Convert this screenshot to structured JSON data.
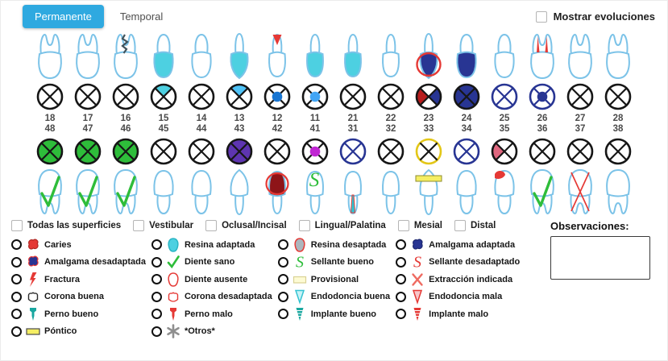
{
  "colors": {
    "accent": "#2fa9e0",
    "tooth_outline": "#7cc3e8",
    "sano_green": "#2ebd3a",
    "caries_red": "#e53935",
    "resina_teal": "#4dd0e1",
    "amalgama_navy": "#283593",
    "pontico_yellow": "#f5ee63"
  },
  "tabs": [
    {
      "label": "Permanente",
      "active": true
    },
    {
      "label": "Temporal",
      "active": false
    }
  ],
  "show_evolutions": {
    "label": "Mostrar evoluciones",
    "checked": false
  },
  "teeth": [
    {
      "upper_number": "18",
      "lower_number": "48",
      "type": "molar",
      "upper_marks": [],
      "upper_circle": {},
      "lower_marks": [
        "check"
      ],
      "lower_circle": {
        "all": "#2ebd3a"
      }
    },
    {
      "upper_number": "17",
      "lower_number": "47",
      "type": "molar",
      "upper_marks": [],
      "upper_circle": {},
      "lower_marks": [
        "check"
      ],
      "lower_circle": {
        "all": "#2ebd3a"
      }
    },
    {
      "upper_number": "16",
      "lower_number": "46",
      "type": "molar",
      "upper_marks": [
        "root-dark-zigzag"
      ],
      "upper_circle": {},
      "lower_marks": [
        "check"
      ],
      "lower_circle": {
        "all": "#2ebd3a"
      }
    },
    {
      "upper_number": "15",
      "lower_number": "45",
      "type": "premolar",
      "upper_marks": [
        "crown-teal"
      ],
      "upper_circle": {
        "top": "#4dd0e1"
      },
      "lower_marks": [],
      "lower_circle": {}
    },
    {
      "upper_number": "14",
      "lower_number": "44",
      "type": "premolar",
      "upper_marks": [],
      "upper_circle": {},
      "lower_marks": [],
      "lower_circle": {}
    },
    {
      "upper_number": "13",
      "lower_number": "43",
      "type": "canine",
      "upper_marks": [
        "crown-teal"
      ],
      "upper_circle": {
        "top": "#4fc3f7"
      },
      "lower_marks": [],
      "lower_circle": {
        "all": "#5e35b1"
      }
    },
    {
      "upper_number": "12",
      "lower_number": "42",
      "type": "incisor",
      "upper_marks": [
        "root-red-patch"
      ],
      "upper_circle": {
        "center": "#1976d2"
      },
      "lower_marks": [
        "crown-darkred-ring"
      ],
      "lower_circle": {}
    },
    {
      "upper_number": "11",
      "lower_number": "41",
      "type": "incisor",
      "upper_marks": [
        "crown-teal"
      ],
      "upper_circle": {
        "center": "#42a5f5"
      },
      "lower_marks": [
        "s-green"
      ],
      "lower_circle": {
        "center": "#c026d3"
      }
    },
    {
      "upper_number": "21",
      "lower_number": "31",
      "type": "incisor",
      "upper_marks": [
        "crown-teal"
      ],
      "upper_circle": {},
      "lower_marks": [
        "root-teal-bar"
      ],
      "lower_circle": {
        "stroke": "#283593"
      }
    },
    {
      "upper_number": "22",
      "lower_number": "32",
      "type": "incisor",
      "upper_marks": [],
      "upper_circle": {},
      "lower_marks": [],
      "lower_circle": {}
    },
    {
      "upper_number": "23",
      "lower_number": "33",
      "type": "canine",
      "upper_marks": [
        "crown-navy-redring"
      ],
      "upper_circle": {
        "left": "#b71c1c",
        "right": "#283593"
      },
      "lower_marks": [
        "band-yellow"
      ],
      "lower_circle": {
        "ring": "#e3c718"
      }
    },
    {
      "upper_number": "24",
      "lower_number": "34",
      "type": "premolar",
      "upper_marks": [
        "crown-navy"
      ],
      "upper_circle": {
        "all": "#283593"
      },
      "lower_marks": [],
      "lower_circle": {
        "stroke": "#283593"
      }
    },
    {
      "upper_number": "25",
      "lower_number": "35",
      "type": "premolar",
      "upper_marks": [],
      "upper_circle": {
        "stroke": "#283593"
      },
      "lower_marks": [
        "crown-red-patch"
      ],
      "lower_circle": {
        "left": "#e0677f"
      }
    },
    {
      "upper_number": "26",
      "lower_number": "36",
      "type": "molar",
      "upper_marks": [
        "root-red-canals"
      ],
      "upper_circle": {
        "stroke": "#283593",
        "center": "#283593"
      },
      "lower_marks": [
        "check"
      ],
      "lower_circle": {}
    },
    {
      "upper_number": "27",
      "lower_number": "37",
      "type": "molar",
      "upper_marks": [],
      "upper_circle": {},
      "lower_marks": [
        "x-red"
      ],
      "lower_circle": {}
    },
    {
      "upper_number": "28",
      "lower_number": "38",
      "type": "molar",
      "upper_marks": [],
      "upper_circle": {},
      "lower_marks": [],
      "lower_circle": {}
    }
  ],
  "surface_filters": [
    "Todas las superficies",
    "Vestibular",
    "Oclusal/Incisal",
    "Lingual/Palatina",
    "Mesial",
    "Distal"
  ],
  "observations": {
    "label": "Observaciones:",
    "value": ""
  },
  "legend": {
    "columns": [
      [
        {
          "icon": "caries",
          "label": "Caries"
        },
        {
          "icon": "amalgama-desadaptada",
          "label": "Amalgama desadaptada"
        },
        {
          "icon": "fractura",
          "label": "Fractura"
        },
        {
          "icon": "corona-buena",
          "label": "Corona buena"
        },
        {
          "icon": "perno-bueno",
          "label": "Perno bueno"
        },
        {
          "icon": "pontico",
          "label": "Póntico"
        }
      ],
      [
        {
          "icon": "resina-adaptada",
          "label": "Resina adaptada"
        },
        {
          "icon": "diente-sano",
          "label": "Diente sano"
        },
        {
          "icon": "diente-ausente",
          "label": "Diente ausente"
        },
        {
          "icon": "corona-desadaptada",
          "label": "Corona desadaptada"
        },
        {
          "icon": "perno-malo",
          "label": "Perno malo"
        },
        {
          "icon": "otros",
          "label": "*Otros*"
        }
      ],
      [
        {
          "icon": "resina-desaptada",
          "label": "Resina desaptada"
        },
        {
          "icon": "sellante-bueno",
          "label": "Sellante bueno"
        },
        {
          "icon": "provisional",
          "label": "Provisional"
        },
        {
          "icon": "endodoncia-buena",
          "label": "Endodoncia buena"
        },
        {
          "icon": "implante-bueno",
          "label": "Implante bueno"
        }
      ],
      [
        {
          "icon": "amalgama-adaptada",
          "label": "Amalgama adaptada"
        },
        {
          "icon": "sellante-desadaptado",
          "label": "Sellante desadaptado"
        },
        {
          "icon": "extraccion-indicada",
          "label": "Extracción indicada"
        },
        {
          "icon": "endodoncia-mala",
          "label": "Endodoncia mala"
        },
        {
          "icon": "implante-malo",
          "label": "Implante malo"
        }
      ]
    ]
  }
}
